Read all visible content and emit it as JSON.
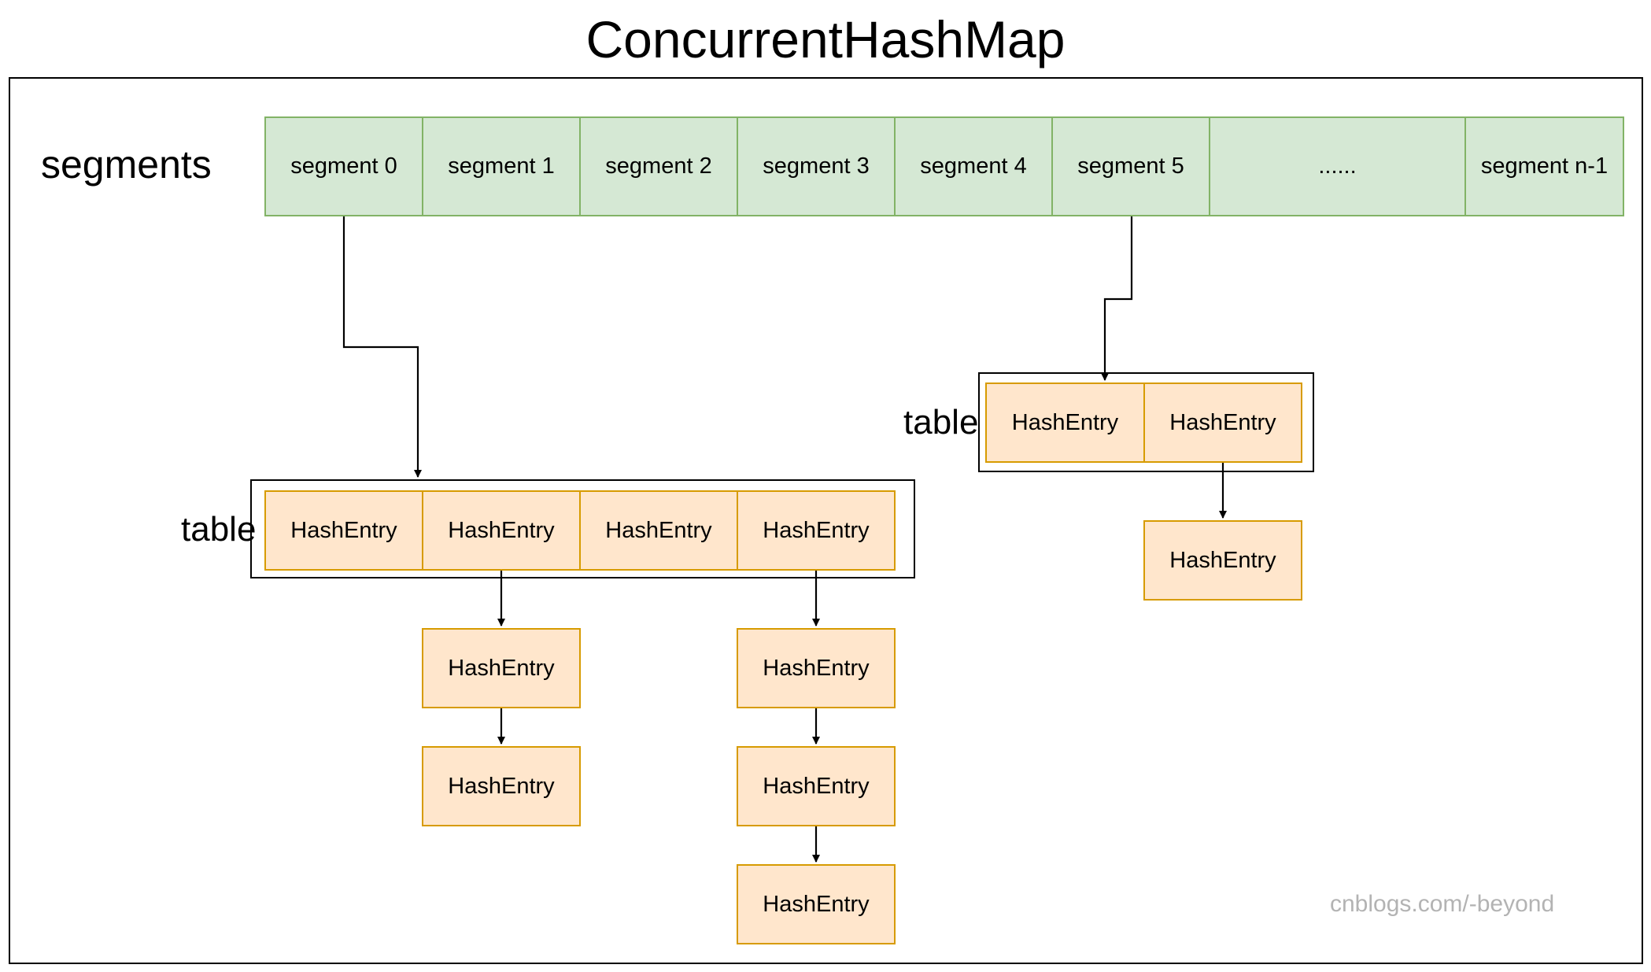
{
  "title": "ConcurrentHashMap",
  "segments_label": "segments",
  "table_label": "table",
  "entry_label": "HashEntry",
  "segments": [
    "segment 0",
    "segment 1",
    "segment 2",
    "segment 3",
    "segment 4",
    "segment 5",
    "......",
    "segment n-1"
  ],
  "watermark": "cnblogs.com/-beyond",
  "colors": {
    "segment_fill": "#d5e8d4",
    "segment_stroke": "#82b366",
    "entry_fill": "#ffe6cc",
    "entry_stroke": "#d79b00",
    "watermark": "#b3b3b3"
  }
}
